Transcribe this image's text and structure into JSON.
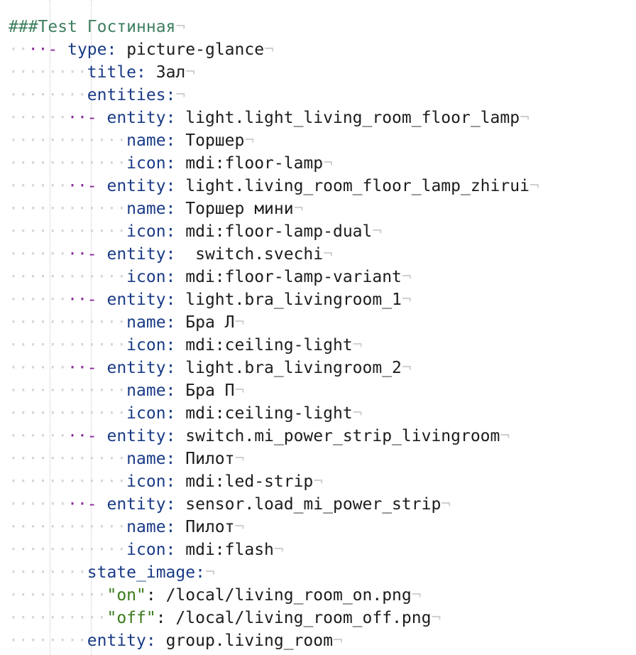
{
  "editor": {
    "eol_mark": "¬",
    "lines": [
      {
        "indent": 0,
        "dash": false,
        "key": "",
        "value": "",
        "comment": "###Test Гостинная"
      },
      {
        "indent": 3,
        "dash": true,
        "key": "type:",
        "value": " picture-glance"
      },
      {
        "indent": 4,
        "dash": false,
        "key": "title:",
        "value": " Зал"
      },
      {
        "indent": 4,
        "dash": false,
        "key": "entities:",
        "value": ""
      },
      {
        "indent": 5,
        "dash": true,
        "key": "entity:",
        "value": " light.light_living_room_floor_lamp"
      },
      {
        "indent": 6,
        "dash": false,
        "key": "name:",
        "value": " Торшер"
      },
      {
        "indent": 6,
        "dash": false,
        "key": "icon:",
        "value": " mdi:floor-lamp"
      },
      {
        "indent": 5,
        "dash": true,
        "key": "entity:",
        "value": " light.living_room_floor_lamp_zhirui"
      },
      {
        "indent": 6,
        "dash": false,
        "key": "name:",
        "value": " Торшер мини"
      },
      {
        "indent": 6,
        "dash": false,
        "key": "icon:",
        "value": " mdi:floor-lamp-dual"
      },
      {
        "indent": 5,
        "dash": true,
        "key": "entity:",
        "value": "  switch.svechi"
      },
      {
        "indent": 6,
        "dash": false,
        "key": "icon:",
        "value": " mdi:floor-lamp-variant"
      },
      {
        "indent": 5,
        "dash": true,
        "key": "entity:",
        "value": " light.bra_livingroom_1"
      },
      {
        "indent": 6,
        "dash": false,
        "key": "name:",
        "value": " Бра Л"
      },
      {
        "indent": 6,
        "dash": false,
        "key": "icon:",
        "value": " mdi:ceiling-light"
      },
      {
        "indent": 5,
        "dash": true,
        "key": "entity:",
        "value": " light.bra_livingroom_2"
      },
      {
        "indent": 6,
        "dash": false,
        "key": "name:",
        "value": " Бра П"
      },
      {
        "indent": 6,
        "dash": false,
        "key": "icon:",
        "value": " mdi:ceiling-light"
      },
      {
        "indent": 5,
        "dash": true,
        "key": "entity:",
        "value": " switch.mi_power_strip_livingroom"
      },
      {
        "indent": 6,
        "dash": false,
        "key": "name:",
        "value": " Пилот"
      },
      {
        "indent": 6,
        "dash": false,
        "key": "icon:",
        "value": " mdi:led-strip"
      },
      {
        "indent": 5,
        "dash": true,
        "key": "entity:",
        "value": " sensor.load_mi_power_strip"
      },
      {
        "indent": 6,
        "dash": false,
        "key": "name:",
        "value": " Пилот"
      },
      {
        "indent": 6,
        "dash": false,
        "key": "icon:",
        "value": " mdi:flash"
      },
      {
        "indent": 4,
        "dash": false,
        "key": "state_image:",
        "value": ""
      },
      {
        "indent": 5,
        "dash": false,
        "key": "",
        "str": "\"on\"",
        "value": ": /local/living_room_on.png"
      },
      {
        "indent": 5,
        "dash": false,
        "key": "",
        "str": "\"off\"",
        "value": ": /local/living_room_off.png"
      },
      {
        "indent": 4,
        "dash": false,
        "key": "entity:",
        "value": " group.living_room"
      }
    ]
  }
}
